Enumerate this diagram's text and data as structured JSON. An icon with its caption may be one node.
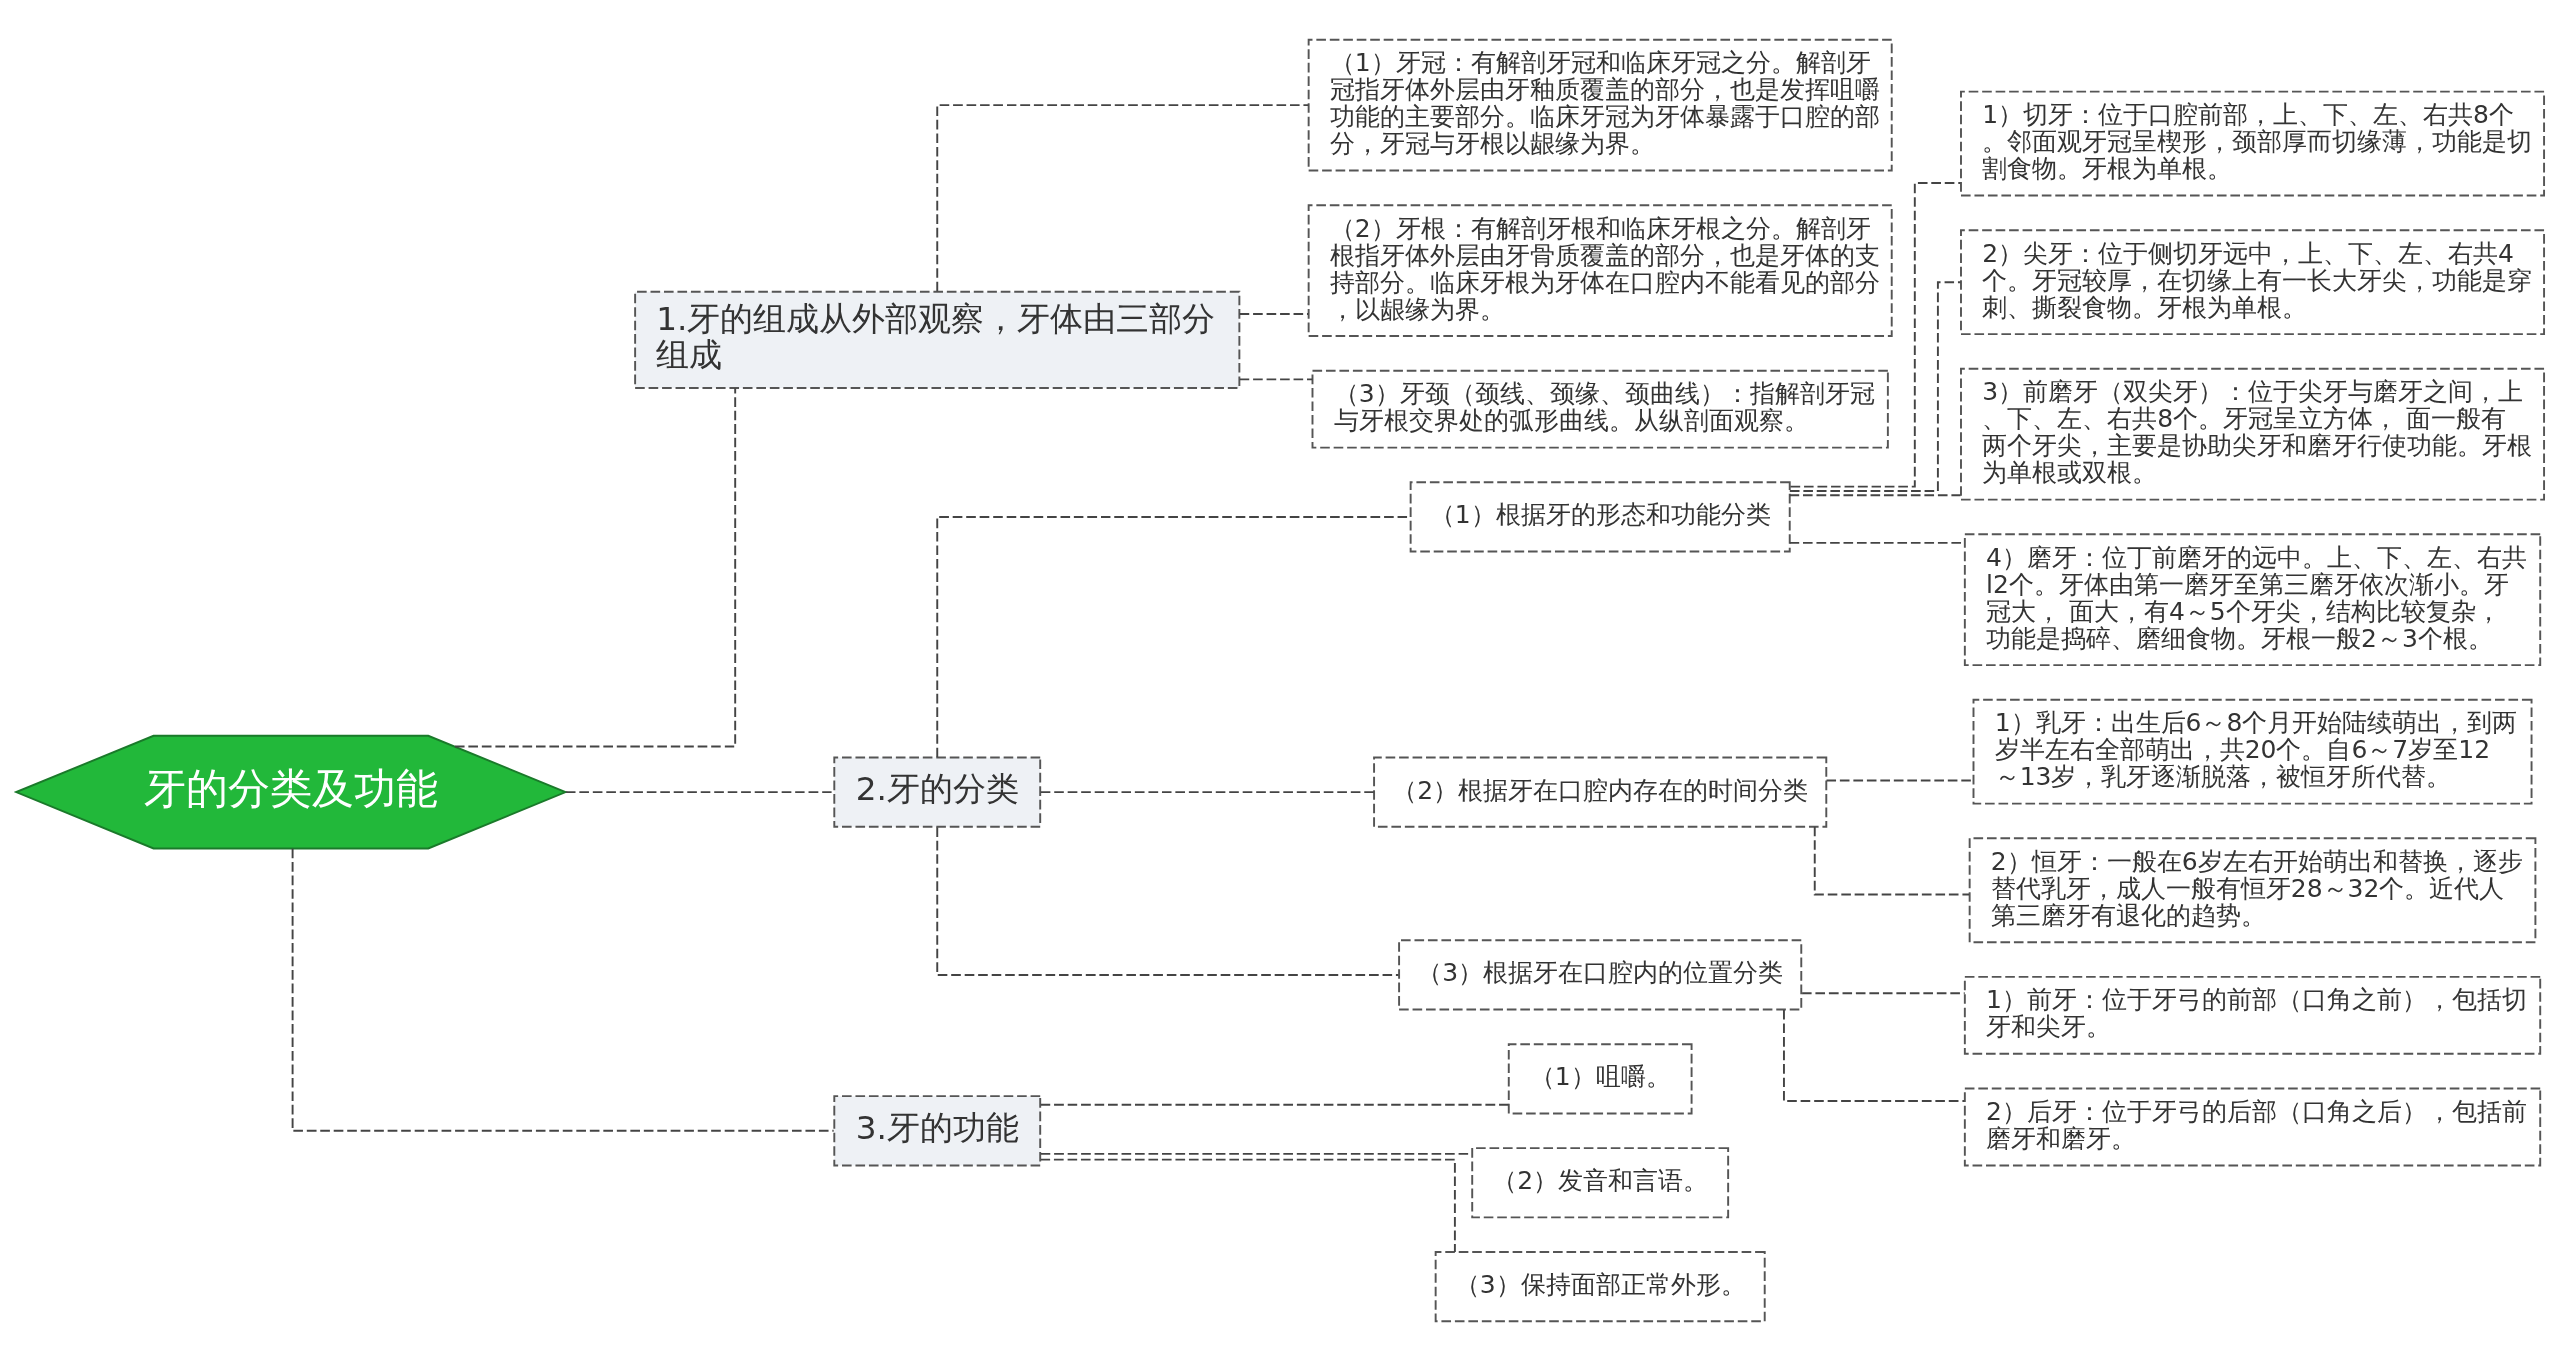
{
  "diagram": {
    "nodes": [
      {
        "text": [
          "牙的分类及功能"
        ]
      },
      {
        "text": [
          "1.牙的组成从外部观察，牙体由三部分组成"
        ]
      },
      {
        "text": [
          "（1）牙冠：有解剖牙冠和临床牙冠之分。解剖牙冠指牙体外层由牙釉质覆盖的部分，也是发挥咀嚼功能的主要部分。临床牙冠为牙体暴露于口腔的部分，牙冠与牙根以龈缘为界。"
        ]
      },
      {
        "text": [
          "（2）牙根：有解剖牙根和临床牙根之分。解剖牙根指牙体外层由牙骨质覆盖的部分，也是牙体的支持部分。临床牙根为牙体在口腔内不能看见的部分，以龈缘为界。"
        ]
      },
      {
        "text": [
          "（3）牙颈（颈线、颈缘、颈曲线）：指解剖牙冠与牙根交界处的弧形曲线。从纵剖面观察。"
        ]
      },
      {
        "text": [
          "2.牙的分类"
        ]
      },
      {
        "text": [
          "（1）根据牙的形态和功能分类"
        ]
      },
      {
        "text": [
          "1）切牙：位于口腔前部，上、下、左、右共8个。邻面观牙冠呈楔形，颈部厚而切缘薄，功能是切割食物。牙根为单根。"
        ]
      },
      {
        "text": [
          "2）尖牙：位于侧切牙远中，上、下、左、右共4个。牙冠较厚，在切缘上有一长大牙尖，功能是穿刺、撕裂食物。牙根为单根。"
        ]
      },
      {
        "text": [
          "3）前磨牙（双尖牙）：位于尖牙与磨牙之间，上、下、左、右共8个。牙冠呈立方体， 面一般有两个牙尖，主要是协助尖牙和磨牙行使功能。牙根为单根或双根。"
        ]
      },
      {
        "text": [
          "4）磨牙：位丁前磨牙的远中。上、下、左、右共l2个。牙体由第一磨牙至第三磨牙依次渐小。牙冠大， 面大，有4～5个牙尖，结构比较复杂，功能是捣碎、磨细食物。牙根一般2～3个根。"
        ]
      },
      {
        "text": [
          "（2）根据牙在口腔内存在的时间分类"
        ]
      },
      {
        "text": [
          "1）乳牙：出生后6～8个月开始陆续萌出，到两岁半左右全部萌出，共20个。自6～7岁至12～13岁，乳牙逐渐脱落，被恒牙所代替。"
        ]
      },
      {
        "text": [
          "2）恒牙：一般在6岁左右开始萌出和替换，逐步替代乳牙，成人一般有恒牙28～32个。近代人第三磨牙有退化的趋势。"
        ]
      },
      {
        "text": [
          "（3）根据牙在口腔内的位置分类"
        ]
      },
      {
        "text": [
          "1）前牙：位于牙弓的前部（口角之前），包括切牙和尖牙。"
        ]
      },
      {
        "text": [
          "2）后牙：位于牙弓的后部（口角之后），包括前磨牙和磨牙。"
        ]
      },
      {
        "text": [
          "3.牙的功能"
        ]
      },
      {
        "text": [
          "（1）咀嚼。"
        ]
      },
      {
        "text": [
          "（2）发音和言语。"
        ]
      },
      {
        "text": [
          "（3）保持面部正常外形。"
        ]
      }
    ],
    "edges": [
      {
        "from": 0,
        "to": 1,
        "arrow": "none",
        "style": "dashed"
      },
      {
        "from": 1,
        "to": 2,
        "arrow": "none",
        "style": "dashed"
      },
      {
        "from": 1,
        "to": 3,
        "arrow": "none",
        "style": "dashed"
      },
      {
        "from": 1,
        "to": 4,
        "arrow": "none",
        "style": "dashed"
      },
      {
        "from": 0,
        "to": 5,
        "arrow": "none",
        "style": "dashed"
      },
      {
        "from": 5,
        "to": 6,
        "arrow": "none",
        "style": "dashed"
      },
      {
        "from": 6,
        "to": 7,
        "arrow": "none",
        "style": "dashed"
      },
      {
        "from": 6,
        "to": 8,
        "arrow": "none",
        "style": "dashed"
      },
      {
        "from": 6,
        "to": 9,
        "arrow": "none",
        "style": "dashed"
      },
      {
        "from": 6,
        "to": 10,
        "arrow": "none",
        "style": "dashed"
      },
      {
        "from": 5,
        "to": 11,
        "arrow": "none",
        "style": "dashed"
      },
      {
        "from": 11,
        "to": 12,
        "arrow": "none",
        "style": "dashed"
      },
      {
        "from": 11,
        "to": 13,
        "arrow": "none",
        "style": "dashed"
      },
      {
        "from": 5,
        "to": 14,
        "arrow": "none",
        "style": "dashed"
      },
      {
        "from": 14,
        "to": 15,
        "arrow": "none",
        "style": "dashed"
      },
      {
        "from": 14,
        "to": 16,
        "arrow": "none",
        "style": "dashed"
      },
      {
        "from": 0,
        "to": 17,
        "arrow": "none",
        "style": "dashed"
      },
      {
        "from": 17,
        "to": 18,
        "arrow": "none",
        "style": "dashed"
      },
      {
        "from": 17,
        "to": 19,
        "arrow": "none",
        "style": "dashed"
      },
      {
        "from": 17,
        "to": 20,
        "arrow": "none",
        "style": "dashed"
      }
    ]
  }
}
